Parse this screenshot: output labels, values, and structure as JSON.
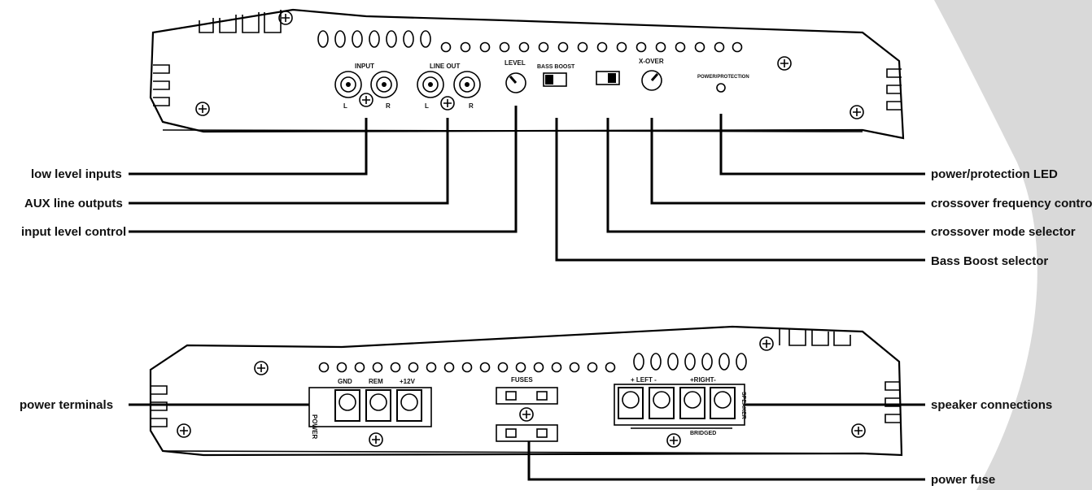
{
  "callouts_left": {
    "low_level_inputs": "low level inputs",
    "aux_line_outputs": "AUX line outputs",
    "input_level_control": "input level control",
    "power_terminals": "power terminals"
  },
  "callouts_right": {
    "power_protection_led": "power/protection LED",
    "crossover_frequency_control": "crossover frequency control",
    "crossover_mode_selector": "crossover mode selector",
    "bass_boost_selector": "Bass Boost selector",
    "speaker_connections": "speaker connections",
    "power_fuse": "power fuse"
  },
  "top_panel": {
    "input_label": "INPUT",
    "line_out_label": "LINE OUT",
    "level_label": "LEVEL",
    "bass_boost_label": "BASS BOOST",
    "xover_label": "X-OVER",
    "power_protection_label": "POWER/PROTECTION",
    "left": "L",
    "right": "R"
  },
  "bottom_panel": {
    "power_label": "POWER",
    "gnd": "GND",
    "rem": "REM",
    "plus12v": "+12V",
    "fuses": "FUSES",
    "left": "+ LEFT -",
    "right": "+RIGHT-",
    "bridged": "BRIDGED",
    "speaker_label": "SPEAKER"
  },
  "colors": {
    "background": "#ffffff",
    "side_panel": "#d9d9d9",
    "ink": "#000000"
  }
}
